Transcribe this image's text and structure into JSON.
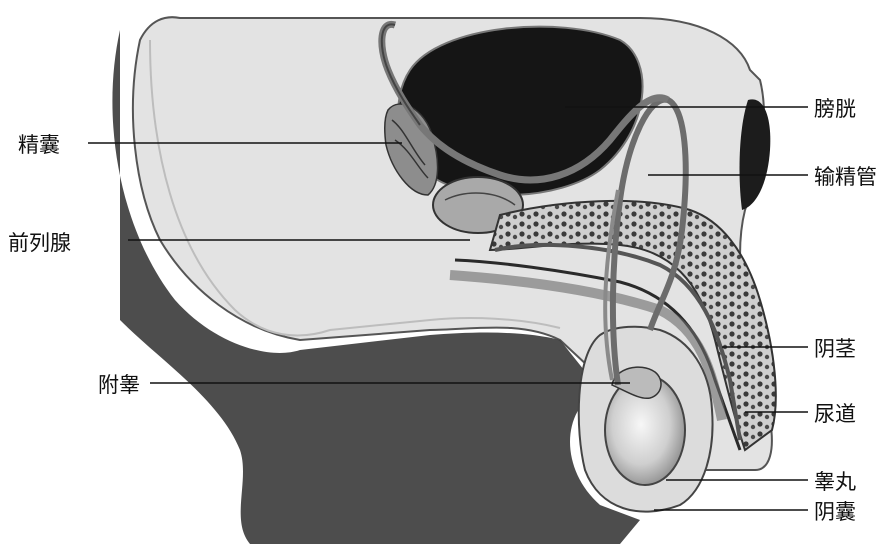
{
  "labels": {
    "seminal_vesicle": "精囊",
    "prostate": "前列腺",
    "epididymis": "附睾",
    "bladder": "膀胱",
    "vas_deferens": "输精管",
    "penis": "阴茎",
    "urethra": "尿道",
    "testis": "睾丸",
    "scrotum": "阴囊"
  }
}
